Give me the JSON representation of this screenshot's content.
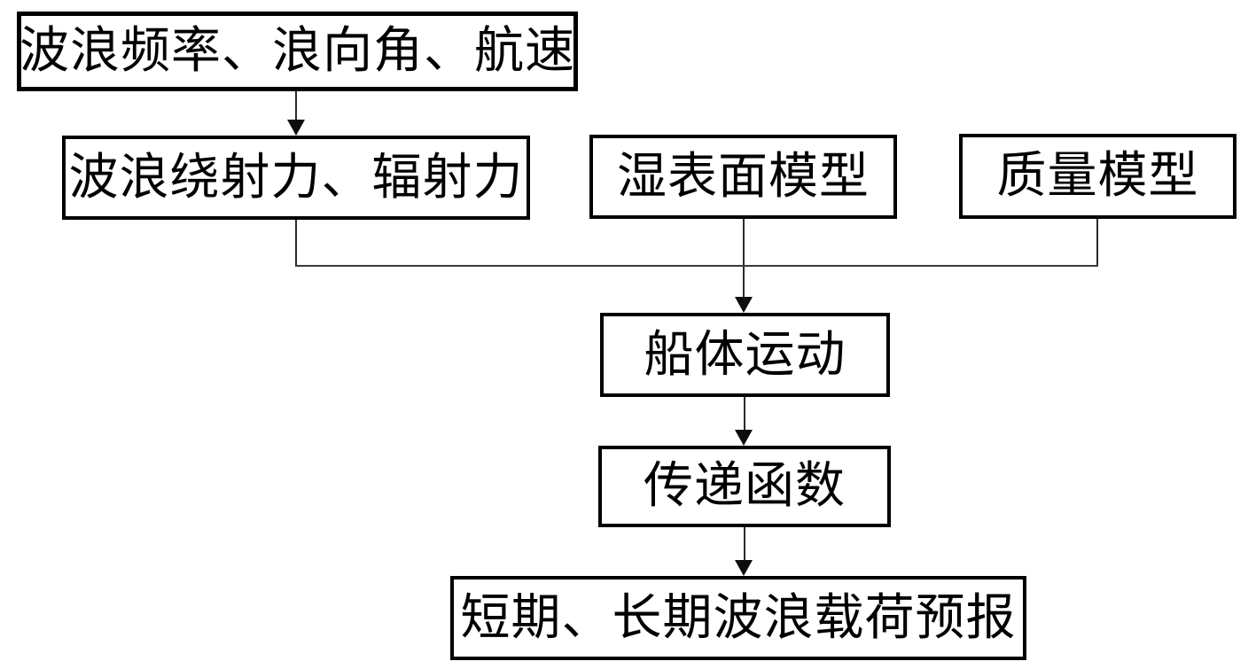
{
  "diagram": {
    "type": "flowchart",
    "background_color": "#ffffff",
    "box_border_color": "#000000",
    "connector_color": "#2b2b2b",
    "text_color": "#000000",
    "nodes": [
      {
        "id": "wave-inputs",
        "label": "波浪频率、浪向角、航速"
      },
      {
        "id": "wave-forces",
        "label": "波浪绕射力、辐射力"
      },
      {
        "id": "wet-surface-model",
        "label": "湿表面模型"
      },
      {
        "id": "mass-model",
        "label": "质量模型"
      },
      {
        "id": "hull-motion",
        "label": "船体运动"
      },
      {
        "id": "transfer-function",
        "label": "传递函数"
      },
      {
        "id": "load-forecast",
        "label": "短期、长期波浪载荷预报"
      }
    ],
    "edges": [
      {
        "from": "wave-inputs",
        "to": "wave-forces"
      },
      {
        "from": "wave-forces",
        "to": "hull-motion"
      },
      {
        "from": "wet-surface-model",
        "to": "hull-motion"
      },
      {
        "from": "mass-model",
        "to": "hull-motion"
      },
      {
        "from": "hull-motion",
        "to": "transfer-function"
      },
      {
        "from": "transfer-function",
        "to": "load-forecast"
      }
    ]
  }
}
